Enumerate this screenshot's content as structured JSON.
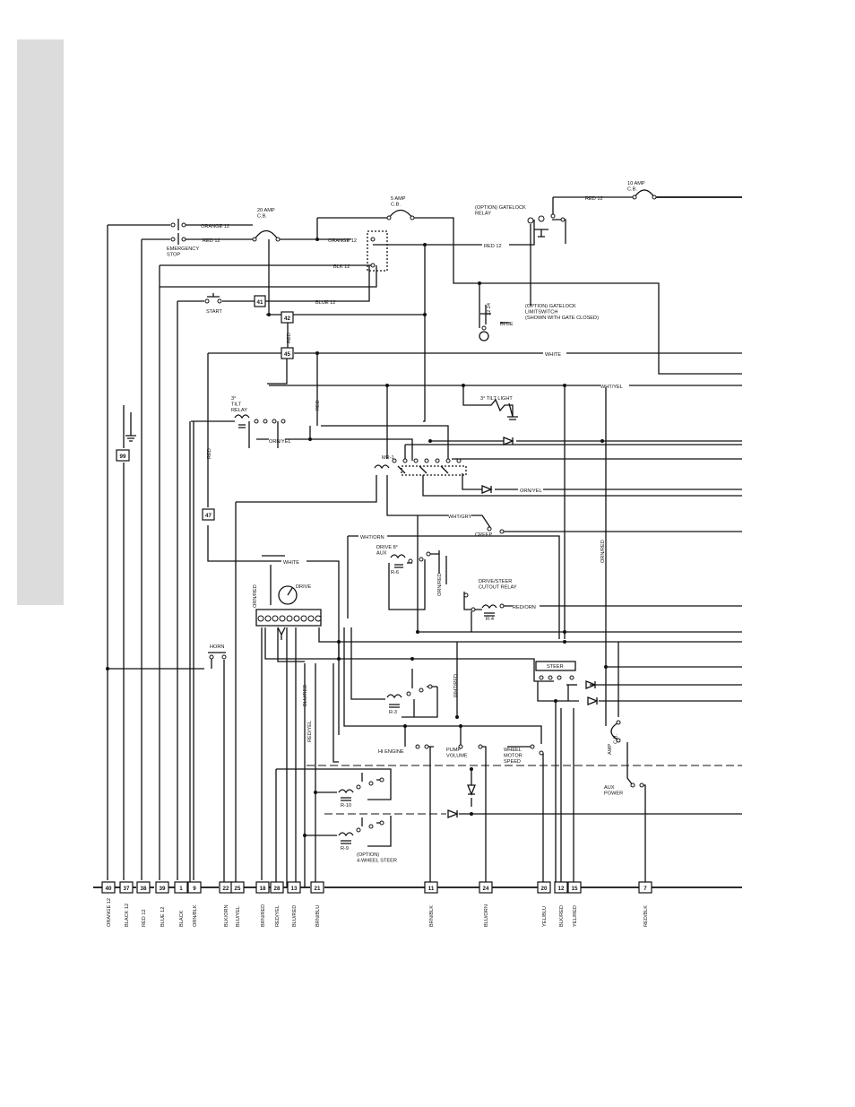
{
  "labels": {
    "orange12": "ORANGE 12",
    "red12": "RED 12",
    "emergency_stop": "EMERGENCY\nSTOP",
    "cb20": "20 AMP\nC.B.",
    "cb5": "5 AMP\nC.B.",
    "cb10": "10 AMP\nC.B.",
    "cb_aux": "AMP\nC.B.",
    "orange12_right": "ORANGE 12",
    "blk12": "BLK 12",
    "start": "START",
    "blue12": "BLUE 12",
    "white": "WHITE",
    "red_vertical": "RED",
    "gatelock_relay": "(OPTION) GATELOCK\nRELAY",
    "gatelock_switch": "(OPTION) GATELOCK\nLIMITSWITCH\n(SHOWN WITH GATE CLOSED)",
    "blue": "BLUE",
    "red12_mid": "RED 12",
    "red12_top": "RED 12",
    "wht_yel": "WHT/YEL",
    "tilt_relay": "3°\nTILT\nRELAY",
    "tilt_light": "3° TILT LIGHT",
    "orn_yel": "ORN/YEL",
    "orn_yel2": "ORN/YEL",
    "mr1": "MR-1",
    "wht_gry": "WHT/GRY",
    "creep": "CREEP",
    "wht_orn": "WHT/ORN",
    "drive_aux": "DRIVE 8°\nAUX",
    "r6": "R-6",
    "orn_red": "ORN/RED",
    "orn_red2": "ORN/RED",
    "orn_red3": "ORN/RED",
    "drive_steer_relay": "DRIVE/STEER\nCUTOUT RELAY",
    "r4": "R-4",
    "red_orn": "RED/ORN",
    "white2": "WHITE",
    "drive": "DRIVE",
    "horn": "HORN",
    "steer": "STEER",
    "blu_red": "BLU/RED",
    "red_yel": "RED/YEL",
    "wht_red": "WHT/RED",
    "r3": "R-3",
    "hi_engine": "HI ENGINE",
    "pump_volume": "PUMP\nVOLUME",
    "wheel_motor_speed": "WHEEL\nMOTOR\nSPEED",
    "aux_power": "AUX\nPOWER",
    "r10": "R-10",
    "r9": "R-9",
    "four_wheel_steer": "(OPTION)\n4-WHEEL STEER",
    "red_vert2": "RED"
  },
  "terminals_bottom": [
    {
      "num": "40",
      "wire": "ORANGE 12"
    },
    {
      "num": "37",
      "wire": "BLACK 12"
    },
    {
      "num": "38",
      "wire": "RED 12"
    },
    {
      "num": "39",
      "wire": "BLUE 12"
    },
    {
      "num": "1",
      "wire": "BLACK"
    },
    {
      "num": "9",
      "wire": "ORN/BLK"
    },
    {
      "num": "22",
      "wire": "BLK/ORN"
    },
    {
      "num": "25",
      "wire": "BLU/YEL"
    },
    {
      "num": "18",
      "wire": "BRN/RED"
    },
    {
      "num": "28",
      "wire": "RED/YEL"
    },
    {
      "num": "13",
      "wire": "BLU/RED"
    },
    {
      "num": "21",
      "wire": "BRN/BLU"
    },
    {
      "num": "11",
      "wire": "BRN/BLK"
    },
    {
      "num": "24",
      "wire": "BLU/ORN"
    },
    {
      "num": "20",
      "wire": "YEL/BLU"
    },
    {
      "num": "12",
      "wire": "BLK/RED"
    },
    {
      "num": "15",
      "wire": "YEL/RED"
    },
    {
      "num": "7",
      "wire": "RED/BLK"
    }
  ],
  "terminals_misc": {
    "t41": "41",
    "t42": "42",
    "t45": "45",
    "t47": "47",
    "t99": "99",
    "aux_amp": "5"
  }
}
